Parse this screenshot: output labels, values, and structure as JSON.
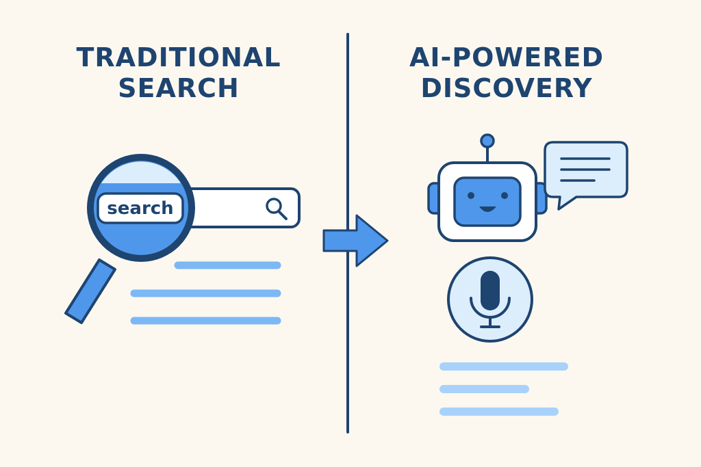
{
  "left_panel": {
    "title_line1": "TRADITIONAL",
    "title_line2": "SEARCH",
    "search_word": "search"
  },
  "right_panel": {
    "title_line1": "AI-POWERED",
    "title_line2": "DISCOVERY"
  },
  "icons": {
    "left": [
      "magnifying-glass-icon",
      "search-bar",
      "search-icon"
    ],
    "center": [
      "arrow-right-icon"
    ],
    "right": [
      "robot-icon",
      "chat-bubble-icon",
      "microphone-icon"
    ]
  },
  "colors": {
    "background": "#fcf8f0",
    "outline": "#1e4470",
    "accent": "#4f97ea",
    "light_accent": "#dceefc",
    "result_lines": "#7cb8f5"
  }
}
